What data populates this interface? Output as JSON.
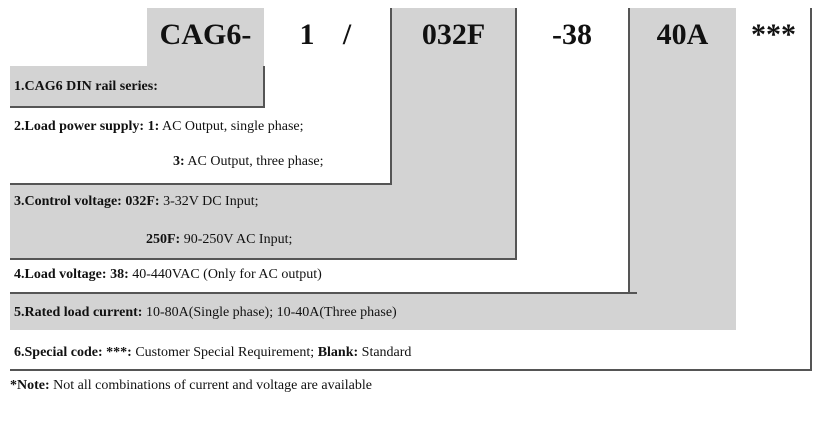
{
  "codes": [
    "CAG6-",
    "1",
    "/",
    "032F",
    "-38",
    "40A",
    "***"
  ],
  "rows": {
    "r1": {
      "label": "1.CAG6 DIN rail series:"
    },
    "r2a": {
      "label": "2.Load power supply:",
      "key": "1:",
      "text": "AC Output, single phase;"
    },
    "r2b": {
      "key": "3:",
      "text": "AC Output, three phase;"
    },
    "r3a": {
      "label": "3.Control voltage:",
      "key": "032F:",
      "text": "3-32V DC Input;"
    },
    "r3b": {
      "key": "250F:",
      "text": "90-250V AC Input;"
    },
    "r4": {
      "label": "4.Load voltage:",
      "key": "38:",
      "text": "40-440VAC (Only for AC output)"
    },
    "r5": {
      "label": "5.Rated load current:",
      "text": "10-80A(Single phase); 10-40A(Three phase)"
    },
    "r6": {
      "label": "6.Special code:",
      "key": "***:",
      "text": "Customer Special Requirement;",
      "key2": "Blank:",
      "text2": "Standard"
    }
  },
  "note": {
    "label": "*Note:",
    "text": "Not all combinations of current and voltage are available"
  },
  "colors": {
    "gray": "#d3d3d3",
    "line": "#555555"
  }
}
